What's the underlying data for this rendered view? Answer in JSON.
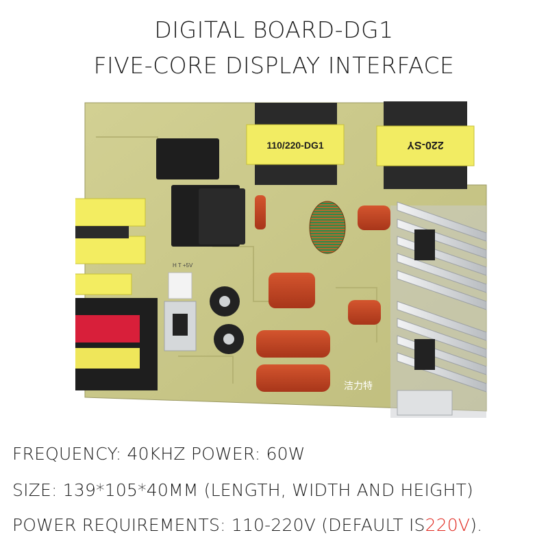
{
  "header": {
    "line1": "DIGITAL BOARD-DG1",
    "line2": "FIVE-CORE DISPLAY INTERFACE"
  },
  "board": {
    "transformer1_label": "110/220-DG1",
    "transformer2_label": "220-SY",
    "brand_mark": "洁力特",
    "connector_label": "H T +5V",
    "board_color": "#c9c78a",
    "heatsink_color": "#d9dcdf",
    "capacitor_color": "#c4421f"
  },
  "specs": {
    "line1": "FREQUENCY: 40KHZ POWER: 60W",
    "line2": "SIZE: 139*105*40MM (LENGTH, WIDTH AND HEIGHT)",
    "line3_prefix": "POWER REQUIREMENTS: 110-220V (DEFAULT IS",
    "line3_highlight": "220V",
    "line3_suffix": ")."
  }
}
